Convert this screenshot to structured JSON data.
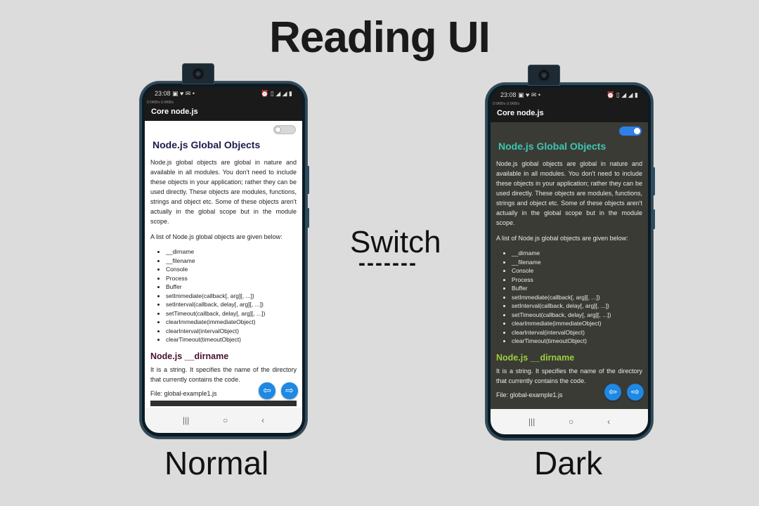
{
  "title": "Reading UI",
  "switch_label": "Switch",
  "switch_dashes": "-------",
  "captions": {
    "normal": "Normal",
    "dark": "Dark"
  },
  "statusbar": {
    "time": "23:08",
    "icons_left": "▣ ♥ ✉ •",
    "icons_right": "⏰ ▯ ◢ ◢ ▮"
  },
  "netrow": "D:0KB/s  U:0KB/s",
  "appbar_title": "Core node.js",
  "article": {
    "heading": "Node.js Global Objects",
    "intro": "Node.js global objects are global in nature and available in all modules. You don't need to include these objects in your application; rather they can be used directly. These objects are modules, functions, strings and object etc. Some of these objects aren't actually in the global scope but in the module scope.",
    "list_intro": "A list of Node.js global objects are given below:",
    "objects": [
      "__dirname",
      "__filename",
      "Console",
      "Process",
      "Buffer",
      "setImmediate(callback[, arg][, ...])",
      "setInterval(callback, delay[, arg][, ...])",
      "setTimeout(callback, delay[, arg][, ...])",
      "clearImmediate(immediateObject)",
      "clearInterval(intervalObject)",
      "clearTimeout(timeoutObject)"
    ],
    "section_heading": "Node.js __dirname",
    "section_text": "It is a string. It specifies the name of the directory that currently contains the code.",
    "file_line": "File: global-example1.js"
  },
  "icons": {
    "prev": "⇦",
    "next": "⇨",
    "recents": "|||",
    "home": "○",
    "back": "‹"
  },
  "colors": {
    "fab": "#1e88e5",
    "dark_heading": "#3ec6b0",
    "dark_subheading": "#9dcf3c",
    "toggle_on": "#2e7fe8"
  }
}
